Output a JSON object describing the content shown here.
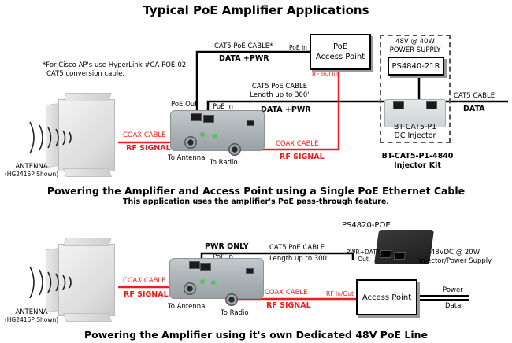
{
  "title": "Typical PoE Amplifier Applications",
  "top_diagram": {
    "footnote_line1": "*For Cisco AP's use HyperLink #CA-POE-02",
    "footnote_line2": "CAT5 conversion cable.",
    "cable_to_ap_label": "CAT5 PoE CABLE*",
    "cable_to_ap_signal": "DATA +PWR",
    "ap_poe_in": "PoE In",
    "access_point_line1": "PoE",
    "access_point_line2": "Access Point",
    "ap_rf_inout": "RF In/Out",
    "cable_long_label_line1": "CAT5 PoE CABLE",
    "cable_long_label_line2": "Length up to 300'",
    "cable_long_signal": "DATA +PWR",
    "amp_poe_out": "PoE Out",
    "amp_poe_in": "PoE In",
    "coax_left_label": "COAX CABLE",
    "coax_left_signal": "RF SIGNAL",
    "coax_right_label": "COAX CABLE",
    "coax_right_signal": "RF SIGNAL",
    "to_antenna": "To Antenna",
    "to_radio": "To Radio",
    "antenna_label": "ANTENNA",
    "antenna_model": "(HG2416P Shown)",
    "power_supply_line1": "48V @ 40W",
    "power_supply_line2": "POWER SUPPLY",
    "power_supply_model": "PS4840-21R",
    "injector_line1": "BT-CAT5-P1",
    "injector_line2": "DC Injector",
    "cat5_cable_label": "CAT5 CABLE",
    "cat5_cable_signal": "DATA",
    "kit_line1": "BT-CAT5-P1-4840",
    "kit_line2": "Injector Kit",
    "heading": "Powering the Amplifier and Access Point using a Single PoE Ethernet Cable",
    "subheading": "This application uses the amplifier's PoE pass-through feature."
  },
  "bottom_diagram": {
    "pwr_only": "PWR ONLY",
    "amp_poe_in": "PoE In",
    "cable_label_line1": "CAT5 PoE CABLE",
    "cable_label_line2": "Length up to 300'",
    "ps_model": "PS4820-POE",
    "ps_port_line1": "PWR+DATA",
    "ps_port_line2": "Out",
    "ps_desc_line1": "48VDC @ 20W",
    "ps_desc_line2": "Injector/Power Supply",
    "coax_left_label": "COAX CABLE",
    "coax_left_signal": "RF SIGNAL",
    "coax_right_label": "COAX CABLE",
    "coax_right_signal": "RF SIGNAL",
    "rf_inout": "RF In/Out",
    "access_point": "Access Point",
    "power": "Power",
    "data": "Data",
    "to_antenna": "To Antenna",
    "to_radio": "To Radio",
    "antenna_label": "ANTENNA",
    "antenna_model": "(HG2416P Shown)",
    "heading": "Powering the Amplifier using it's own Dedicated 48V PoE Line"
  },
  "colors": {
    "rf_red": "#ee1c1c",
    "wire": "#000000",
    "led_green": "#2dd84a"
  }
}
